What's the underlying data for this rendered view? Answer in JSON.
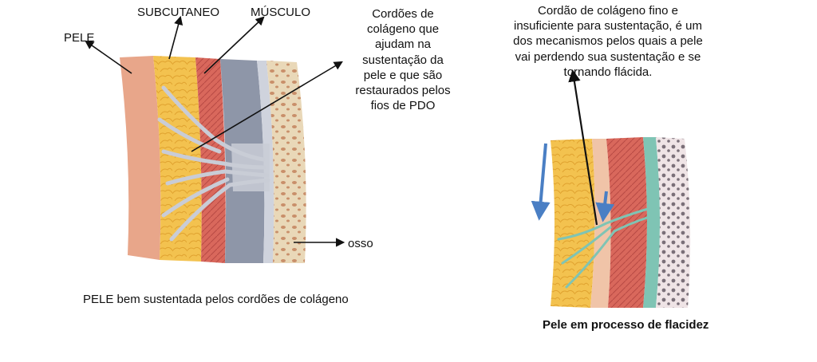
{
  "left_diagram": {
    "labels": {
      "pele": "PELE",
      "subcutaneo": "SUBCUTANEO",
      "musculo": "MÚSCULO",
      "osso": "osso"
    },
    "collagen_note": [
      "Cordões  de",
      "colágeno que",
      "ajudam na",
      "sustentação da",
      "pele e que são",
      "restaurados pelos",
      "fios de PDO"
    ],
    "caption": "PELE bem sustentada pelos cordões  de colágeno"
  },
  "right_diagram": {
    "note": [
      "Cordão de colágeno fino e",
      "insuficiente para sustentação, é um",
      "dos mecanismos pelos quais a pele",
      "vai perdendo sua sustentação e se",
      "tornando flácida."
    ],
    "caption": "Pele em processo de flacidez"
  },
  "colors": {
    "dermis": "#e8a68a",
    "fat": "#f3c24f",
    "muscle": "#d9685c",
    "fascia": "#8e96a8",
    "bone": "#e9d8b8",
    "collagen": "#c9ccd6",
    "collagen_thin": "#7fc4b4",
    "arrow_blue": "#4a7fc4"
  }
}
